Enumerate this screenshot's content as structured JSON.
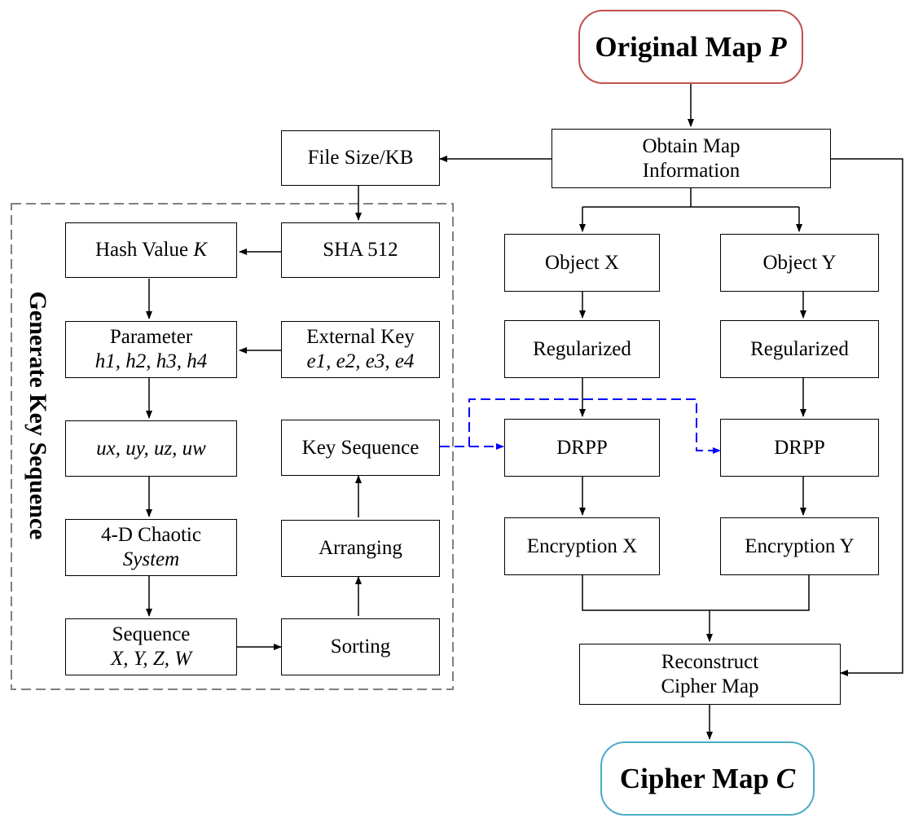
{
  "group": {
    "label": "Generate Key Sequence"
  },
  "nodes": {
    "original_map": {
      "text": "Original Map",
      "var": "P"
    },
    "obtain_info": {
      "line1": "Obtain Map",
      "line2": "Information"
    },
    "file_size": {
      "text": "File Size/KB"
    },
    "sha512": {
      "text": "SHA 512"
    },
    "hash_value": {
      "text": "Hash Value",
      "var": "K"
    },
    "parameter": {
      "line1": "Parameter",
      "line2": "h1, h2, h3, h4"
    },
    "external_key": {
      "line1": "External Key",
      "line2": "e1, e2, e3, e4"
    },
    "initial_values": {
      "text": "ux, uy, uz, uw"
    },
    "key_sequence": {
      "text": "Key Sequence"
    },
    "chaotic": {
      "line1": "4-D Chaotic",
      "line2": "System"
    },
    "arranging": {
      "text": "Arranging"
    },
    "sequence": {
      "line1": "Sequence",
      "line2": "X, Y, Z, W"
    },
    "sorting": {
      "text": "Sorting"
    },
    "object_x": {
      "text": "Object X"
    },
    "object_y": {
      "text": "Object Y"
    },
    "regularized_x": {
      "text": "Regularized"
    },
    "regularized_y": {
      "text": "Regularized"
    },
    "drpp_x": {
      "text": "DRPP"
    },
    "drpp_y": {
      "text": "DRPP"
    },
    "encryption_x": {
      "text": "Encryption X"
    },
    "encryption_y": {
      "text": "Encryption Y"
    },
    "reconstruct": {
      "line1": "Reconstruct",
      "line2": "Cipher Map"
    },
    "cipher_map": {
      "text": "Cipher Map",
      "var": "C"
    }
  },
  "colors": {
    "start_border": "#c0504d",
    "end_border": "#4bacc6",
    "key_flow": "#0000ff",
    "group_border": "#808080"
  }
}
